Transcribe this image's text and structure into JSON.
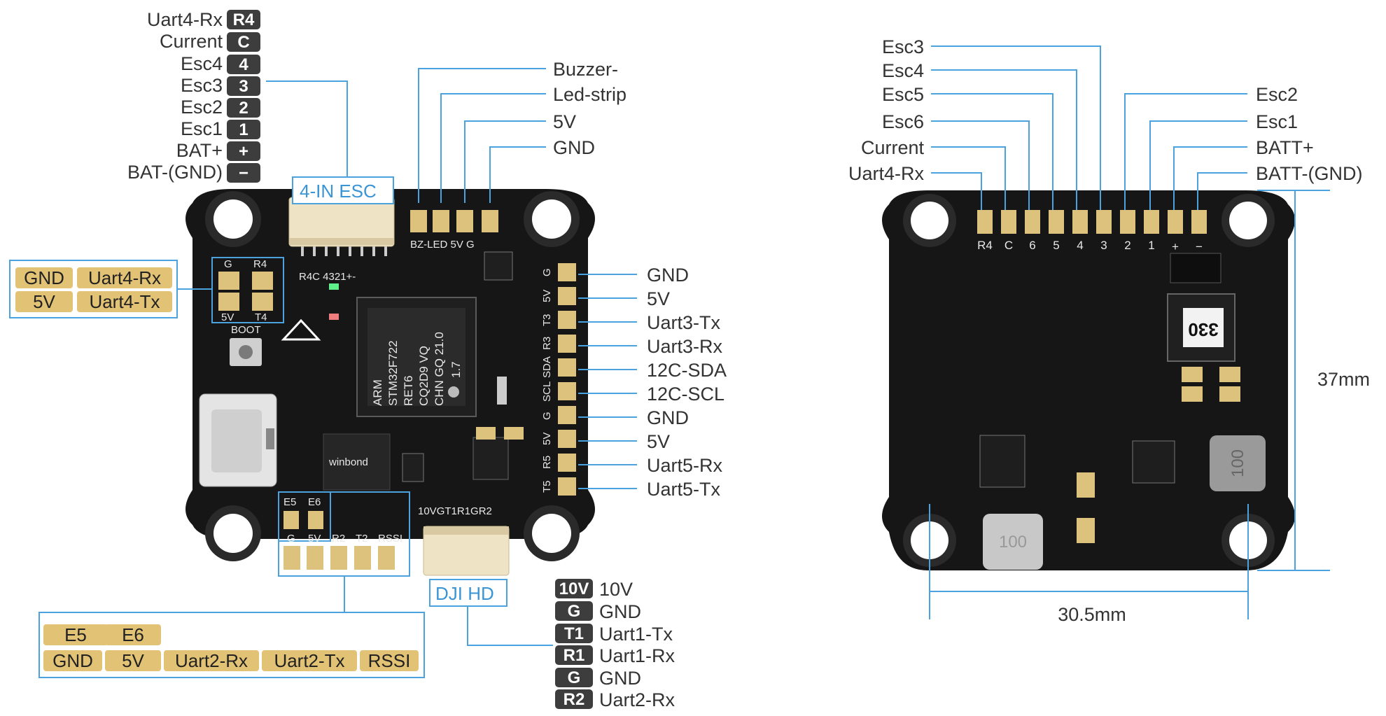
{
  "left_board": {
    "top_pin_list": [
      {
        "name": "Uart4-Rx",
        "badge": "R4"
      },
      {
        "name": "Current",
        "badge": "C"
      },
      {
        "name": "Esc4",
        "badge": "4"
      },
      {
        "name": "Esc3",
        "badge": "3"
      },
      {
        "name": "Esc2",
        "badge": "2"
      },
      {
        "name": "Esc1",
        "badge": "1"
      },
      {
        "name": "BAT+",
        "badge": "+"
      },
      {
        "name": "BAT-(GND)",
        "badge": "−"
      }
    ],
    "esc_connector_title": "4-IN ESC",
    "esc_silk": "R4C 4321+-",
    "top_pads": [
      "Buzzer-",
      "Led-strip",
      "5V",
      "GND"
    ],
    "top_pad_silk": "BZ-LED 5V G",
    "left_pads_box": {
      "silk": [
        "G",
        "R4",
        "5V",
        "T4"
      ],
      "labels": [
        [
          "GND",
          "Uart4-Rx"
        ],
        [
          "5V",
          "Uart4-Tx"
        ]
      ]
    },
    "boot_label": "BOOT",
    "mcu": [
      "ARM",
      "STM32F722",
      "RET6",
      "CQ2D9 VQ",
      "CHN GQ 21.0"
    ],
    "mcu_extra": "1.7",
    "right_pads": [
      {
        "silk": "G",
        "label": "GND"
      },
      {
        "silk": "5V",
        "label": "5V"
      },
      {
        "silk": "T3",
        "label": "Uart3-Tx"
      },
      {
        "silk": "R3",
        "label": "Uart3-Rx"
      },
      {
        "silk": "SDA",
        "label": "12C-SDA"
      },
      {
        "silk": "SCL",
        "label": "12C-SCL"
      },
      {
        "silk": "G",
        "label": "GND"
      },
      {
        "silk": "5V",
        "label": "5V"
      },
      {
        "silk": "R5",
        "label": "Uart5-Rx"
      },
      {
        "silk": "T5",
        "label": "Uart5-Tx"
      }
    ],
    "flash_label": "winbond",
    "bottom_pads_box": {
      "silk_top": [
        "E5",
        "E6"
      ],
      "silk_bottom": [
        "G",
        "5V",
        "R2",
        "T2",
        "RSSI"
      ]
    },
    "bottom_gold_labels": {
      "row1": [
        "E5",
        "E6"
      ],
      "row2": [
        "GND",
        "5V",
        "Uart2-Rx",
        "Uart2-Tx",
        "RSSI"
      ]
    },
    "dji_silk": "10VGT1R1GR2",
    "dji_title": "DJI HD",
    "dji_pins": [
      {
        "badge": "10V",
        "name": "10V"
      },
      {
        "badge": "G",
        "name": "GND"
      },
      {
        "badge": "T1",
        "name": "Uart1-Tx"
      },
      {
        "badge": "R1",
        "name": "Uart1-Rx"
      },
      {
        "badge": "G",
        "name": "GND"
      },
      {
        "badge": "R2",
        "name": "Uart2-Rx"
      }
    ]
  },
  "right_board": {
    "left_labels": [
      "Esc3",
      "Esc4",
      "Esc5",
      "Esc6",
      "Current",
      "Uart4-Rx"
    ],
    "right_labels": [
      "Esc2",
      "Esc1",
      "BATT+",
      "BATT-(GND)"
    ],
    "pad_silk": [
      "R4",
      "C",
      "6",
      "5",
      "4",
      "3",
      "2",
      "1",
      "+",
      "−"
    ],
    "inductor_top": "330",
    "inductor_bottom": "100",
    "inductor_bottom2": "100",
    "dim_height": "37mm",
    "dim_width": "30.5mm"
  },
  "colors": {
    "leader": "#4aa3df",
    "badge": "#3d3d3d",
    "gold_label": "#e2c275",
    "board": "#151515",
    "pad": "#dcc27c",
    "label_text": "#333333"
  }
}
